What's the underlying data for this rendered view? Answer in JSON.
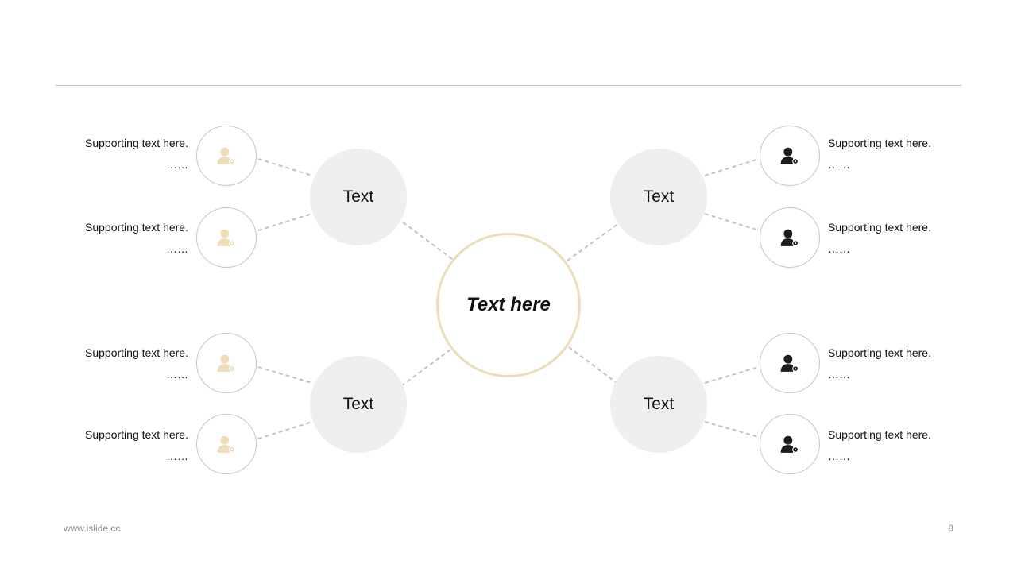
{
  "center": {
    "label": "Text here"
  },
  "branches": [
    {
      "label": "Text",
      "side": "left",
      "leaves": [
        {
          "text": "Supporting text here.",
          "ellipsis": "……"
        },
        {
          "text": "Supporting text here.",
          "ellipsis": "……"
        }
      ]
    },
    {
      "label": "Text",
      "side": "right",
      "leaves": [
        {
          "text": "Supporting text here.",
          "ellipsis": "……"
        },
        {
          "text": "Supporting text here.",
          "ellipsis": "……"
        }
      ]
    },
    {
      "label": "Text",
      "side": "left",
      "leaves": [
        {
          "text": "Supporting text here.",
          "ellipsis": "……"
        },
        {
          "text": "Supporting text here.",
          "ellipsis": "……"
        }
      ]
    },
    {
      "label": "Text",
      "side": "right",
      "leaves": [
        {
          "text": "Supporting text here.",
          "ellipsis": "……"
        },
        {
          "text": "Supporting text here.",
          "ellipsis": "……"
        }
      ]
    }
  ],
  "icons": {
    "left_leaf": "user-settings-icon",
    "right_leaf": "user-settings-icon"
  },
  "colors": {
    "accent": "#ecdcbc",
    "left_icon": "#efdcb8",
    "right_icon": "#1c1c1c",
    "connector": "#c2c2c2"
  },
  "footer": {
    "url": "www.islide.cc",
    "page": "8"
  }
}
